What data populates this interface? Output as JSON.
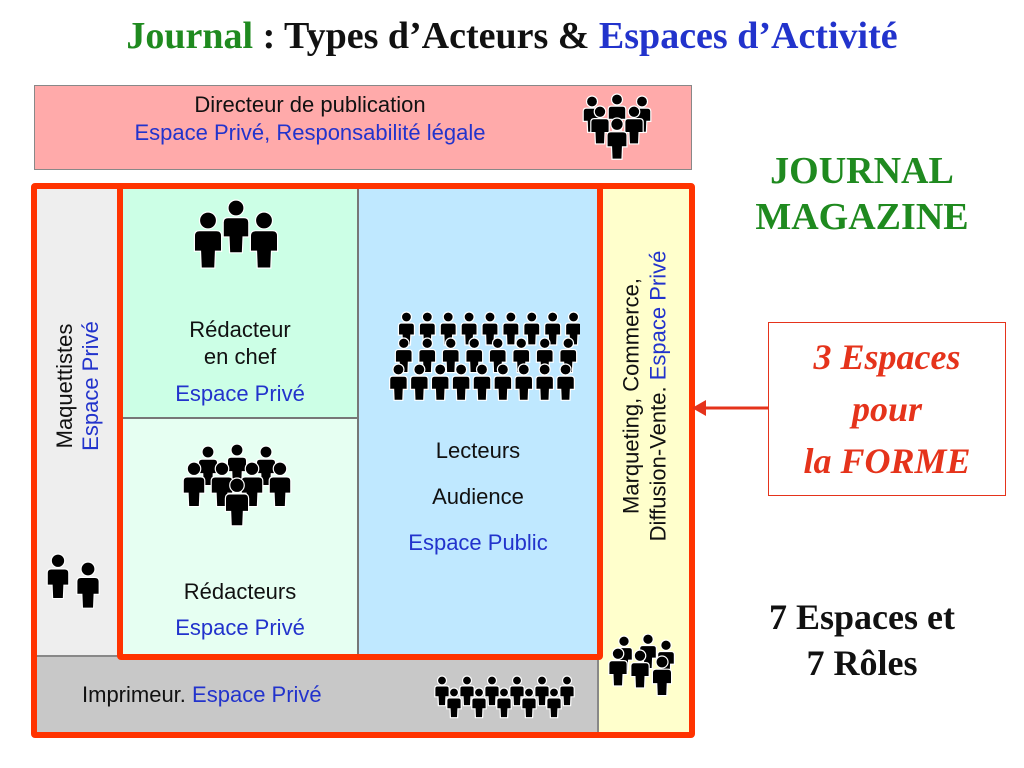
{
  "title": {
    "part1": "Journal",
    "part2": " : Types d’Acteurs & ",
    "part3": "Espaces d’Activité",
    "part1_color": "#1f8a1f",
    "part3_color": "#2233cc"
  },
  "directeur": {
    "line1": "Directeur de publication",
    "line2": "Espace Privé, Responsabilité légale",
    "bg": "#ffaaaa"
  },
  "journal_magazine": {
    "line1": "JOURNAL",
    "line2": "MAGAZINE"
  },
  "maquettistes": {
    "line1": "Maquettistes",
    "line2": "Espace Privé",
    "bg": "#eeeeee"
  },
  "redacteur_chef": {
    "line1": "Rédacteur",
    "line2": "en chef",
    "line3": "Espace Privé",
    "bg": "#ccffe6"
  },
  "redacteurs": {
    "line1": "Rédacteurs",
    "line2": "Espace Privé",
    "bg": "#e6fff2"
  },
  "lecteurs": {
    "line1": "Lecteurs",
    "line2": "Audience",
    "line3": "Espace Public",
    "bg": "#bfe8ff"
  },
  "marqueting": {
    "line1": "Marqueting, Commerce,",
    "line2": "Diffusion-Vente.",
    "line3": "Espace Privé",
    "bg": "#ffffcc"
  },
  "imprimeur": {
    "label": "Imprimeur.",
    "space": "Espace Privé",
    "bg": "#c8c8c8"
  },
  "callout": {
    "line1": "3 Espaces",
    "line2": "pour",
    "line3": "la FORME"
  },
  "roles": {
    "line1": "7 Espaces et",
    "line2": "7 Rôles"
  },
  "icons": {
    "directeur": "group-people-icon",
    "redacteur_chef": "three-people-icon",
    "redacteurs": "group-people-icon",
    "lecteurs": "crowd-icon",
    "maquettistes": "two-people-icon",
    "marqueting": "group-people-icon",
    "imprimeur": "row-people-icon"
  },
  "accent_red": "#ff3300"
}
